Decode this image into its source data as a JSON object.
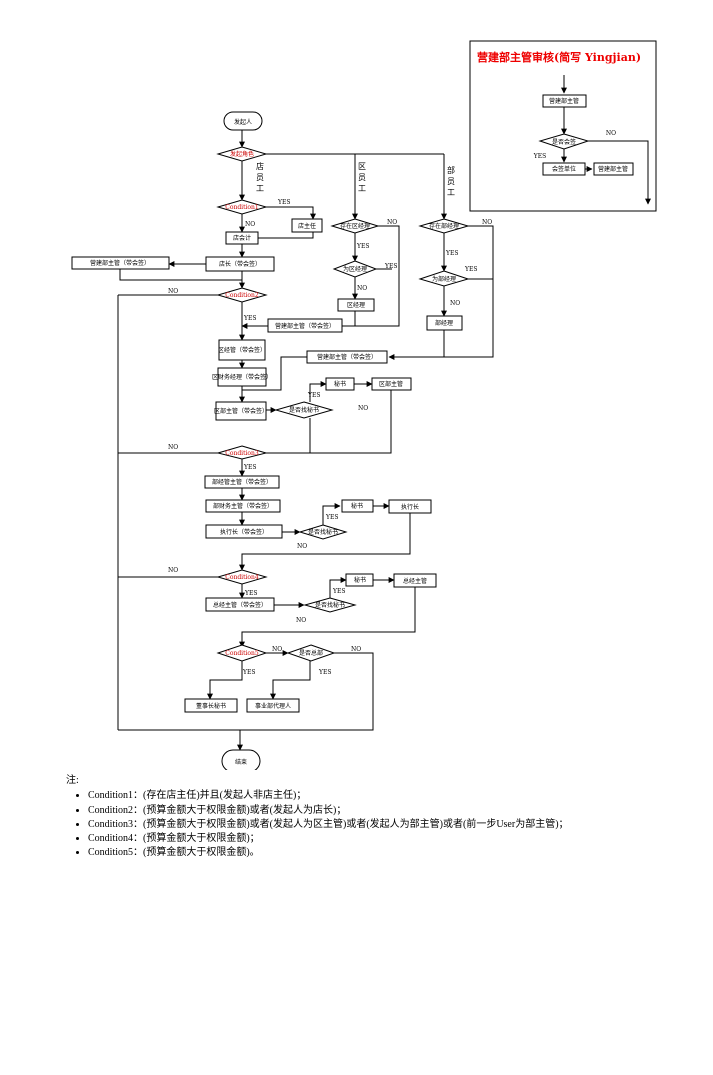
{
  "legend": {
    "title": "营建部主管审核(简写 Yingjian)",
    "start": "营建部主管",
    "decision": "是否会签",
    "yes": "YES",
    "no": "NO",
    "countersign": "会签单位",
    "end": "营建部主管"
  },
  "nodes": {
    "start": "发起人",
    "initiator": "发起角色",
    "store_staff": "店员工",
    "area_staff": "区员工",
    "dept_staff": "部员工",
    "cond1": "Condition1",
    "store_manager": "店主任",
    "accountant": "店会计",
    "store_head": "店长（带会签）",
    "yingjian_a": "营建部主管（带会签）",
    "has_area_manager": "存在区经理",
    "is_area_manager": "为区经理",
    "area_manager": "区经理",
    "has_dept_manager": "存在部经理",
    "is_dept_manager": "为部经理",
    "dept_manager": "部经理",
    "cond2": "Condition2",
    "yingjian_b": "营建部主管（带会签）",
    "yingjian_c": "营建部主管（带会签）",
    "area_supervisor_cs": "区经管（带会签）",
    "area_finance": "区财务经理（带会签）",
    "area_dept_head": "区部主管（带会签）",
    "need_secretary_1": "是否找秘书",
    "secretary_1": "秘书",
    "area_supervisor": "区部主管",
    "cond3": "Condition3",
    "dept_supervisor": "部经管主管（带会签）",
    "dept_finance": "部财务主管（带会签）",
    "exec_chief": "执行长（带会签）",
    "need_secretary_2": "是否找秘书",
    "secretary_2": "秘书",
    "exec_office": "执行长",
    "cond4": "Condition4",
    "president_cs": "总经主管（带会签）",
    "need_secretary_3": "是否找秘书",
    "secretary_3": "秘书",
    "president": "总经主管",
    "cond5": "Condition5",
    "is_board": "是否总部",
    "board_secretary": "董事长秘书",
    "business_agent": "事业部代理人",
    "end": "结束"
  },
  "edge_labels": {
    "yes": "YES",
    "no": "NO"
  },
  "notes": {
    "title": "注:",
    "items": [
      "Condition1：(存在店主任)并且(发起人非店主任)；",
      "Condition2：(预算金额大于权限金额)或者(发起人为店长)；",
      "Condition3：(预算金额大于权限金额)或者(发起人为区主管)或者(发起人为部主管)或者(前一步User为部主管)；",
      "Condition4：(预算金额大于权限金额)；",
      "Condition5：(预算金额大于权限金额)。"
    ]
  },
  "colors": {
    "line": "#000000",
    "condition_text": "#cc0000",
    "legend_title": "#ee0000",
    "background": "#ffffff"
  }
}
